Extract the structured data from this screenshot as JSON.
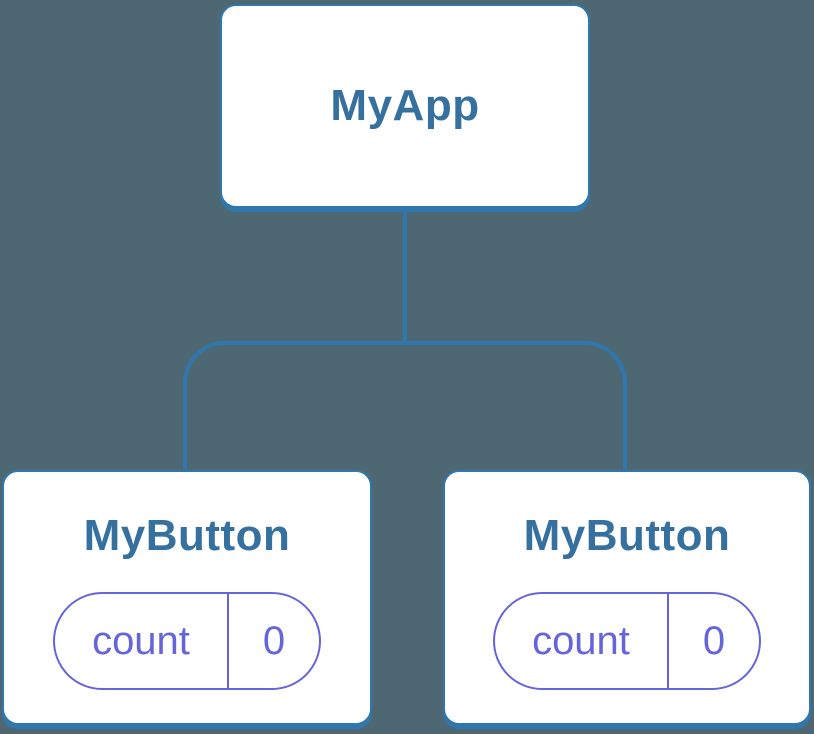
{
  "diagram": {
    "type": "component-tree",
    "colors": {
      "background": "#4E6873",
      "connector_blue": "#2F77AD",
      "node_fill": "#FFFFFF",
      "title_blue": "#35709E",
      "state_purple": "#6565DB"
    },
    "tree": {
      "root": {
        "label": "MyApp"
      },
      "children": [
        {
          "label": "MyButton",
          "state": {
            "key": "count",
            "value": "0"
          }
        },
        {
          "label": "MyButton",
          "state": {
            "key": "count",
            "value": "0"
          }
        }
      ]
    }
  }
}
